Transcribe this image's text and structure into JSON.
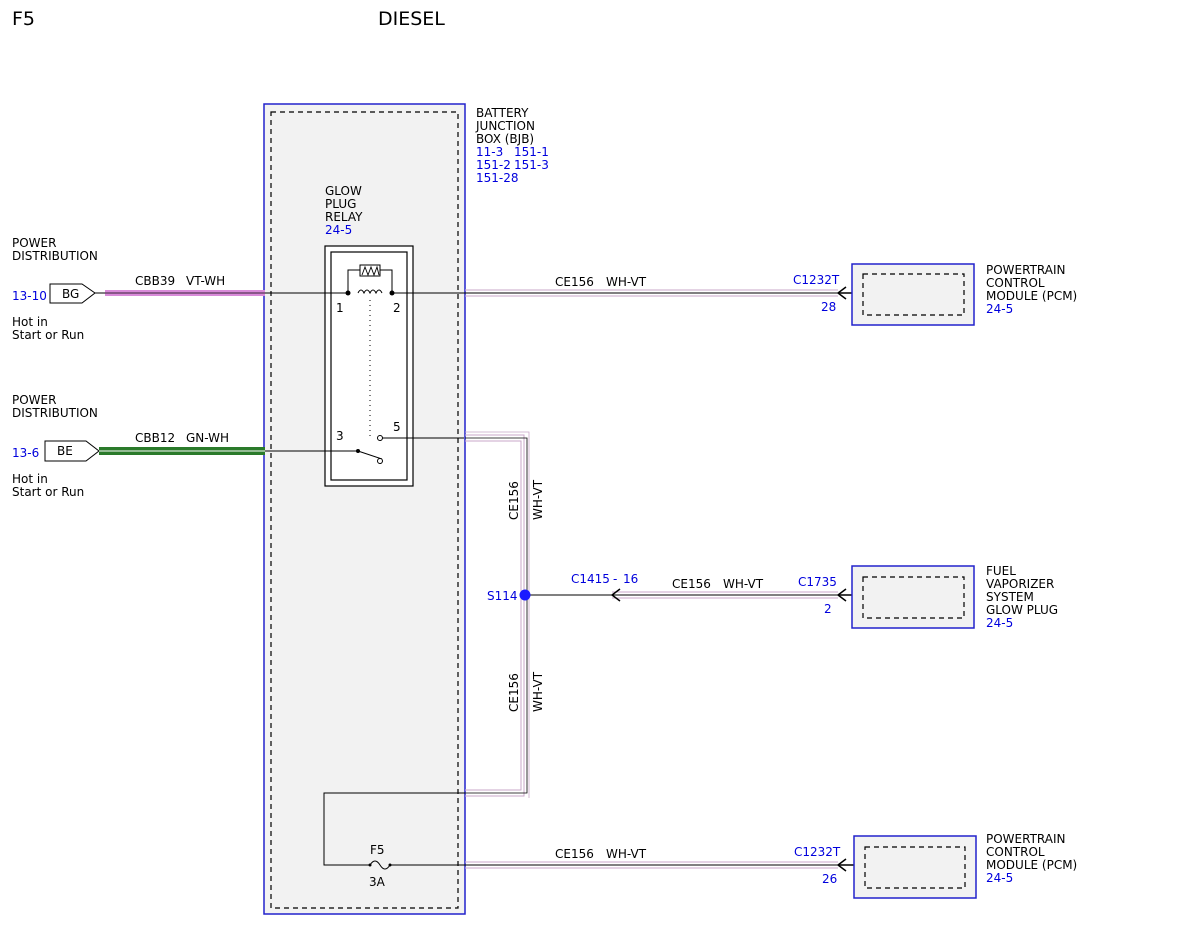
{
  "header": {
    "fuse": "F5",
    "variant": "DIESEL"
  },
  "bjb": {
    "name_lines": [
      "BATTERY",
      "JUNCTION",
      "BOX (BJB)"
    ],
    "refs": [
      "11-3",
      "151-1",
      "151-2",
      "151-3",
      "151-28"
    ]
  },
  "relay": {
    "name_lines": [
      "GLOW",
      "PLUG",
      "RELAY"
    ],
    "ref": "24-5",
    "pin1": "1",
    "pin2": "2",
    "pin3": "3",
    "pin5": "5"
  },
  "sources": [
    {
      "title_lines": [
        "POWER",
        "DISTRIBUTION"
      ],
      "ref": "13-10",
      "connector": "BG",
      "note_lines": [
        "Hot in",
        "Start or Run"
      ],
      "circuit": "CBB39",
      "color": "VT-WH",
      "wire_color": "#d98ad9"
    },
    {
      "title_lines": [
        "POWER",
        "DISTRIBUTION"
      ],
      "ref": "13-6",
      "connector": "BE",
      "note_lines": [
        "Hot in",
        "Start or Run"
      ],
      "circuit": "CBB12",
      "color": "GN-WH",
      "wire_color": "#2a7a2a"
    }
  ],
  "outputs": [
    {
      "circuit": "CE156",
      "color": "WH-VT",
      "connector": "C1232T",
      "pin": "28",
      "module_lines": [
        "POWERTRAIN",
        "CONTROL",
        "MODULE (PCM)"
      ],
      "module_ref": "24-5"
    },
    {
      "circuit": "CE156",
      "color": "WH-VT",
      "connector": "C1735",
      "pin": "2",
      "module_lines": [
        "FUEL",
        "VAPORIZER",
        "SYSTEM",
        "GLOW PLUG"
      ],
      "module_ref": "24-5"
    },
    {
      "circuit": "CE156",
      "color": "WH-VT",
      "connector": "C1232T",
      "pin": "26",
      "module_lines": [
        "POWERTRAIN",
        "CONTROL",
        "MODULE (PCM)"
      ],
      "module_ref": "24-5"
    }
  ],
  "vertical_wire": {
    "circuit": "CE156",
    "color": "WH-VT"
  },
  "splice": {
    "name": "S114",
    "connector": "C1415",
    "dash": "-",
    "pin": "16"
  },
  "fuse": {
    "name": "F5",
    "rating": "3A"
  },
  "colors": {
    "pink_wire": "#d98ad9",
    "white_violet_trace": "#c9a7c9",
    "blue_box": "#2222cc",
    "label_blue": "#0000dd",
    "fill_gray": "#f2f2f2"
  }
}
